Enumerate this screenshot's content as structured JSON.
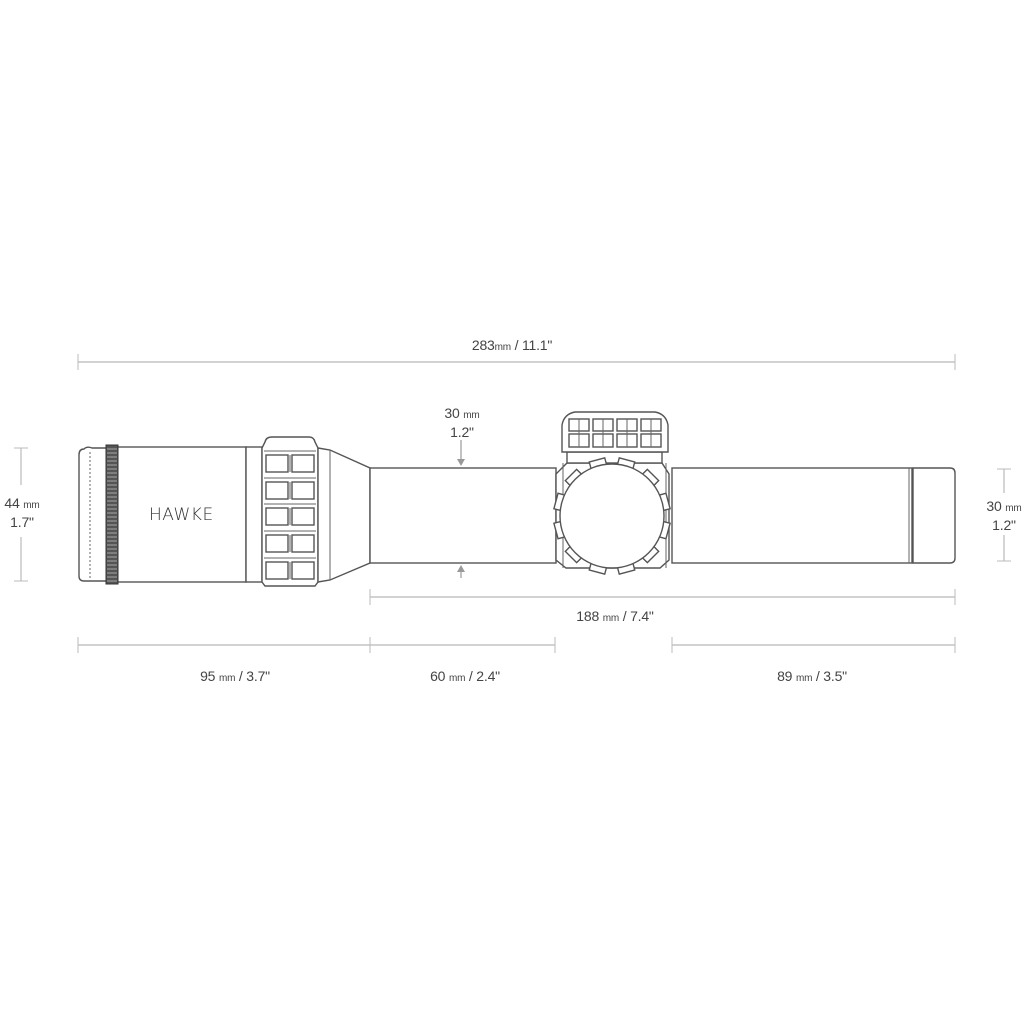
{
  "diagram": {
    "type": "rifle-scope-dimension-drawing",
    "brand_mark": "HAWKE",
    "colors": {
      "outline": "#555555",
      "dimension_line": "#c4c4c4",
      "knurl": "#444444",
      "text": "#444444"
    },
    "dimensions": {
      "overall_length": {
        "value": "283",
        "unit": "mm",
        "imperial": "11.1\""
      },
      "objective_diameter": {
        "value": "44",
        "unit": "mm",
        "imperial": "1.7\""
      },
      "tube_diameter_top": {
        "value": "30",
        "unit": "mm",
        "imperial": "1.2\""
      },
      "tube_diameter_right": {
        "value": "30",
        "unit": "mm",
        "imperial": "1.2\""
      },
      "tube_length": {
        "value": "188",
        "unit": "mm",
        "imperial": "7.4\""
      },
      "objective_section": {
        "value": "95",
        "unit": "mm",
        "imperial": "3.7\""
      },
      "front_mount_section": {
        "value": "60",
        "unit": "mm",
        "imperial": "2.4\""
      },
      "eyepiece_section": {
        "value": "89",
        "unit": "mm",
        "imperial": "3.5\""
      }
    },
    "labels": {
      "overall": {
        "a": "283",
        "u": "mm",
        "b": " / 11.1\""
      },
      "obj_mm": {
        "a": "44 ",
        "u": "mm"
      },
      "obj_in": "1.7\"",
      "tube_top_mm": {
        "a": "30 ",
        "u": "mm"
      },
      "tube_top_in": "1.2\"",
      "tube_right_mm": {
        "a": "30 ",
        "u": "mm"
      },
      "tube_right_in": "1.2\"",
      "tube_len": {
        "a": "188 ",
        "u": "mm",
        "b": " / 7.4\""
      },
      "seg1": {
        "a": "95 ",
        "u": "mm",
        "b": " / 3.7\""
      },
      "seg2": {
        "a": "60 ",
        "u": "mm",
        "b": " / 2.4\""
      },
      "seg3": {
        "a": "89 ",
        "u": "mm",
        "b": " / 3.5\""
      }
    }
  }
}
